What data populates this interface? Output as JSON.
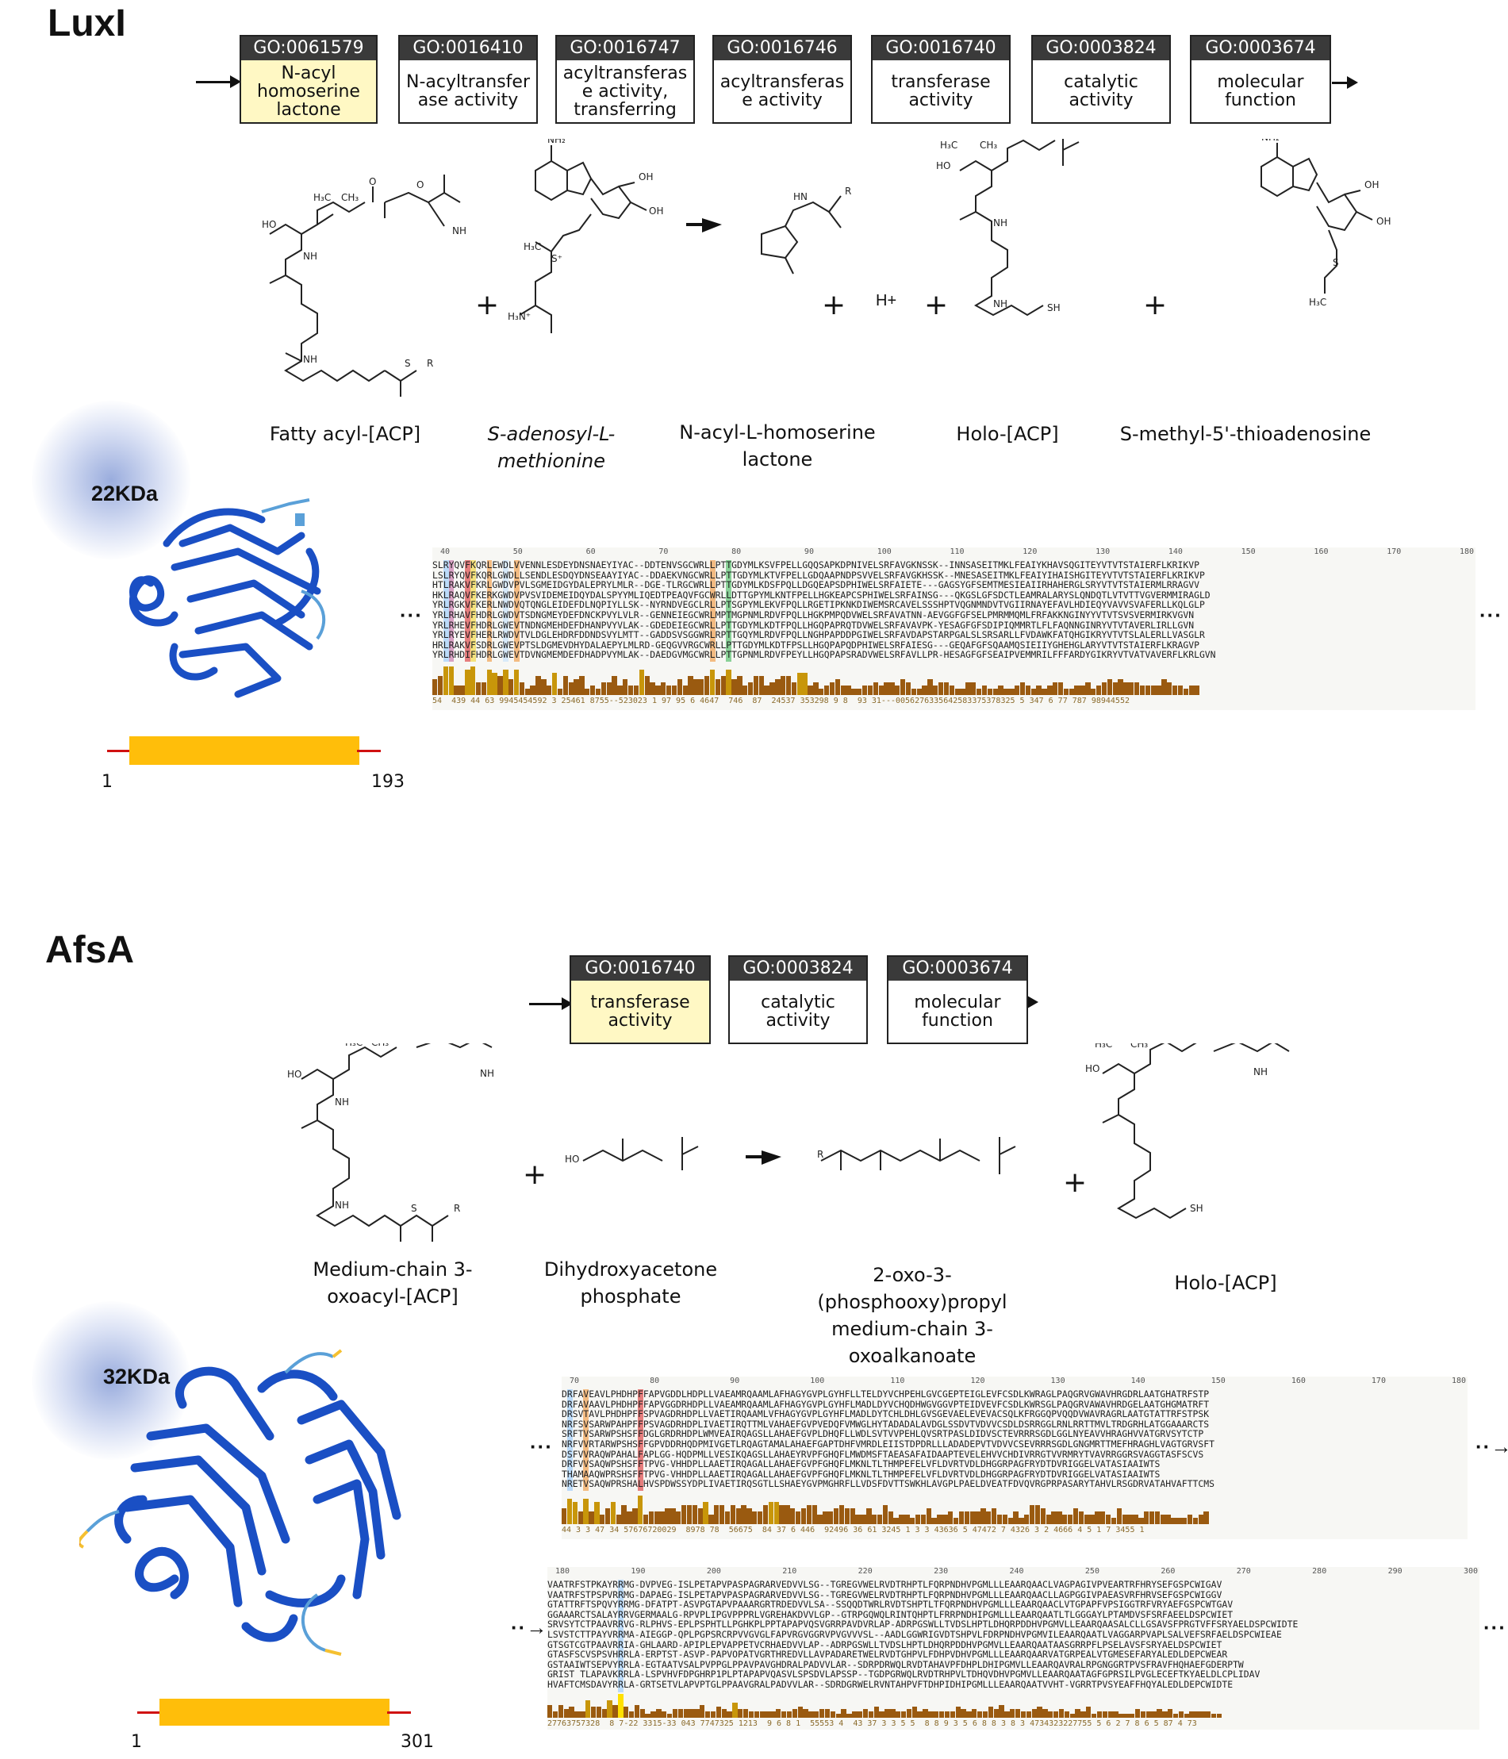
{
  "luxi": {
    "title": "LuxI",
    "go_terms": [
      {
        "id": "GO:0061579",
        "label": "N-acyl homoserine lactone",
        "highlight": true
      },
      {
        "id": "GO:0016410",
        "label": "N-acyltransfer ase activity",
        "highlight": false
      },
      {
        "id": "GO:0016747",
        "label": "acyltransferas e activity, transferring",
        "highlight": false
      },
      {
        "id": "GO:0016746",
        "label": "acyltransferas e activity",
        "highlight": false
      },
      {
        "id": "GO:0016740",
        "label": "transferase activity",
        "highlight": false
      },
      {
        "id": "GO:0003824",
        "label": "catalytic activity",
        "highlight": false
      },
      {
        "id": "GO:0003674",
        "label": "molecular function",
        "highlight": false
      }
    ],
    "reaction": {
      "compounds": [
        "Fatty acyl-[ACP]",
        "S-adenosyl-L-methionine",
        "N-acyl-L-homoserine lactone",
        "Holo-[ACP]",
        "S-methyl-5'-thioadenosine"
      ],
      "plus": "+",
      "proton": "H+"
    },
    "mass": "22KDa",
    "domain": {
      "start": "1",
      "end": "193"
    },
    "alignment": {
      "ticks": [
        "40",
        "50",
        "60",
        "70",
        "80",
        "90",
        "100",
        "110",
        "120",
        "130",
        "140",
        "150",
        "160",
        "170",
        "180"
      ],
      "rows": [
        "SLRYQVFKQRLEWDLVVENNLESDEYDNSNAEYIYAC--DDTENVSGCWRLLPTTGDYMLKSVFPELLGQQSAPKDPNIVELSRFAVGKNSSK--INNSASEITMKLFEAIYKHAVSQGITEYVTVTSTAIERFLKRIKVP",
        "LSLRYQVFKQRLGWDLLSENDLESDQYDNSEAAYIYAC--DDAEKVNGCWRLLPTTGDYMLKTVFPELLGDQAAPNDPSVVELSRFAVGKHSSK--MNESASEITMKLFEAIYIHAISHGITEYVTVTSTAIERFLKRIKVP",
        "HTLRAKVFKRLGWDVPVLSGMEIDGYDALEPRYLMLR--DGE-TLRGCWRLLPTTGDYMLKDSFPQLLDGQEAPSDPHIWELSRFAIETE---GAGSYGFSEMTMESIEAIIRHAHERGLSRYVTVTSTAIERMLRRAGVV",
        "HKLRAQVFKERKGWDVPVSVIDEMEIDQYDALSPYYMLIQEDTPEAQVFGCWRLLDTTGPYMLKNTFPELLHGKEAPCSPHIWELSRFAINSG---QKGSLGFSDCTLEAMRALARYSLQNDQTLVTVTTVGVERMMIRAGLD",
        "YRLRGKVFKERLNWDVQTQNGLEIDEFDLNQPIYLLSK--NYRNDVEGCLRLLPTSGPYMLEKVFPQLLRGETIPKNKDIWEMSRCAVELSSSHPTVQGNMNDVTVGIIRNAYEFAVLHDIEQYVAVVSVAFERLLKQLGLP",
        "YRLRHAVFHDRLGWDVTSDNGMEYDEFDNCKPVYLVLR--GENNEIEGCWRLMPTMGPNMLRDVFPQLLHGKPMPQDVWELSRFAVATNN-AEVGGFGFSELPMRMMQMLFRFAKKNGINYYVTVTSVSVERMIRKVGVN",
        "YRLRHEVFHDRLGWEVTNDNGMEHDEFDHANPVYVLAK--GDEDEIEGCWRLLPTTGDYMLKDTFPQLLHGQPAPRQTDVWELSRFAVAVPK-YESAGFGFSDIPIQMMRTLFLFAQNNGINRYVTVTAVERLIRLLGVN",
        "YRLRYEVFHERLRWDVTVLDGLEHDRFDDNDSVYLMTT--GADDSVSGGWRLRPTTGQYMLRDVFPQLLNGHPAPDDPGIWELSRFAVDAPSTARPGALSLSRSARLLFVDAWKFATQHGIKRYVTVTSLALERLLVASGLR",
        "HRLRAKVFSDRLGWEVPTSLDGMEVDHYDALAEPYLMLRD-GEQGVVRGCWRLLPTTGDYMLKDTFPSLLHGQPAPQDPHIWELSRFAIESG---GEQAFGFSQAAMQSIEIIYGHEHGLARYVTVTSTAIERFLKRAGVP",
        "YRLRHDIFHDRLGWEVTDVNGMEMDEFDHADPVYMLAK--DAEDGVMGCWRLLPTTGPNMLRDVFPEYLLHGQPAPSRADVWELSRFAVLLPR-HESAGFGFSEAIPVEMMRILFFFARDYGIKRYVTVATVAVERFLKRLGVN"
      ],
      "consensus": "54  439 44 63 9945454592 3 25461 8755--523023 1 97 95 6 4647  746  87  24537 353298 9 8  93 31---0056276335642583375378325 5 347 6 77 787 98944552"
    }
  },
  "afsa": {
    "title": "AfsA",
    "go_terms": [
      {
        "id": "GO:0016740",
        "label": "transferase activity",
        "highlight": true
      },
      {
        "id": "GO:0003824",
        "label": "catalytic activity",
        "highlight": false
      },
      {
        "id": "GO:0003674",
        "label": "molecular function",
        "highlight": false
      }
    ],
    "reaction": {
      "compounds": [
        "Medium-chain 3-oxoacyl-[ACP]",
        "Dihydroxyacetone phosphate",
        "2-oxo-3-(phosphooxy)propyl medium-chain 3-oxoalkanoate",
        "Holo-[ACP]"
      ],
      "plus": "+"
    },
    "mass": "32KDa",
    "domain": {
      "start": "1",
      "end": "301"
    },
    "alignment_top": {
      "ticks": [
        "70",
        "80",
        "90",
        "100",
        "110",
        "120",
        "130",
        "140",
        "150",
        "160",
        "170",
        "180"
      ],
      "rows": [
        "DRFAVEAVLPHDHPFFAPVGDDLHDPLLVAEAMRQAAMLAFHAGYGVPLGYHFLLTELDYVCHPEHLGVCGEPTEIGLEVFCSDLKWRAGLPAQGRVGWAVHRGDRLAATGHATRFSTP",
        "DRFAVAAVLPHDHPFFAPVGGDRHDPLLVAEAMRQAAMLAFHAGYGVPLGYHFLMADLDYVCHQDHWGVGGVPTEIDVEVFCSDLKWRSGLPAQGRVAWAVHRDGELAATGHGMATRFT",
        "DRSVTAVLPHDHPFFSPVAGDRHDPLLVAETIRQAAMLVFHAGYGVPLGYHFLMADLDYTCHLDHLGVSGEVAELEVEVACSQLKFRGGQPVQQDVWAVRAGRLAATGTATTRFSTPSK",
        "NRFSVSARWPAHPFFPSVAGDRHDPLIVAETIRQTTMLVAHAEFGVPVEDQFVMWGLHYTADADALAVDGLSSDVTVDVVCSDLDSRRGGLRNLRRTTMVLTRDGRHLATGGAAARCTS",
        "SRFTVSARWPSHSFFDGLGRDRHDPLWMVEAIRQAGSLLAHAEFGVPLDHQFLLWDLSVTVVPEHLQVSRTPASLDIDVSCTEVRRRSGDLGGLNYEAVVHRAGHVVATGRVSYTCTP",
        "NRFVVRTARWPSHSFFGPVDDRHQDPMIVGETLRQAGTAMALAHAEFGAPTDHFVMRDLEIISTDPDRLLLADADEPVTVDVVCSEVRRRSGDLGNGMRTTMEFHRAGHLVAGTGRVSFT",
        "DSFVVRAQWPAHALFAPLGG-HQDPMLLVESIKQAGSLLAHAEYRVPFGHQFLMWDMSFTAEASAFAIDAAPTEVELEHVVCHDIVRRGTVVRMRYTVAVRRGGRSVAGGTASFSCVS",
        "DRFVVSAQWPSHSFFTPVG-VHHDPLLAAETIRQAGALLAHAEFGVPFGHQFLMKNLTLTHMPEFELVFLDVRTVDLDHGGRPAGFRYDTDVRIGGELVATASIAAIWTS",
        "THAMAAQWPRSHSFFTPVG-VHHDPLLAAETIRQAGALLAHAEFGVPFGHQFLMKNLTLTHMPEFELVFLDVRTVDLDHGGRPAGFRYDTDVRIGGELVATASIAAIWTS",
        "NRETVSAQWPRSHALHVSPDWSSYDPLIVAETIRQSGTLLSHAEYGVPMGHRFLLVDSFDVTTSWKHLAVGPLPAELDVEATFDVQVRGPRPASARYTAHVLRSGDRVATAHVAFTTCMS"
      ],
      "consensus": "44 3 3 47 34 57676720029  8978 78  56675  84 37 6 446  92496 36 61 3245 1 3 3 43636 5 47472 7 4326 3 2 4666 4 5 1 7 3455 1"
    },
    "alignment_bottom": {
      "ticks": [
        "180",
        "190",
        "200",
        "210",
        "220",
        "230",
        "240",
        "250",
        "260",
        "270",
        "280",
        "290",
        "300"
      ],
      "rows": [
        "VAATRFSTPKAYRRMG-DVPVEG-ISLPETAPVPASPAGRARVEDVVLSG--TGREGVWELRVDTRHPTLFQRPNDHVPGMLLLEAARQAACLVAGPAGIVPVEARTRFHRYSEFGSPCWIGAV",
        "VAATRFSTPSPVRRMG-DAPAEG-ISLPETAPVPASPAGRARVEDVVLSG--TGREGVWELRVDTRHPTLFQRPNDHVPGMLLLEAARQAACLLAGPGGIVPAEASVRFHRVSEFGSPCWIGGV",
        "GTATTRFTSPQVYRRMG-DFATPT-ASVPGTAPVPAAARGRTRDEDVVLSA--SSQQDTWRLRVDTSHPTLTFQRPNDHVPGMLLLEAARQAACLVTGPAPFVPSIGGTRFVRYAEFGSPCWTGAV",
        "GGAAARCTSALAYRRVGERMAALG-RPVPLIPGVPPPRLVGREHAKDVVLGP--GTRPGQWQLRINTQHPTLFRRPNDHIPGMLLLEAARQAATLTLGGGAYLPTAMDVSFSRFAEELDSPCWIET",
        "SRVSYTCTPAAVRRVG-RLPHVS-EPLPSPHTLLPGHKPLPPTAPAPVQSVGRRPAVDVRLAP-ADRPGSWLLTVDSLHPTLDHQRPDDHVPGMVLLEAARQAASALCLLGSAVSFPRGTVFFSRYAELDSPCWIDTE",
        "LSVSTCTTPAYVRRMA-AIEGGP-QPLPGPSRCRPVVGVGLFAPVRGVGGRVPVGVVVSL--AADLGGWRIGVDTSHPVLFDRPNDHVPGMVILEAARQAATLVAGGARPVAPLSALVEFSRFAELDSPCWIEAE",
        "GTSGTCGTPAAVRRIA-GHLAARD-APIPLEPVAPPETVCRHAEDVVLAP--ADRPGSWLLTVDSLHPTLDHQRPDDHVPGMVLLEAARQAATAASGRRPFLPSELAVSFSRYAELDSPCWIET",
        "GTASFSCVSPSVHRRLA-ERPTST-ASVP-PAPVOPATVGRTHREDVLLAVPADARETWELRVDTGHPVLFDHPVDHVPGMLLLEAARQAARVATGRPEALVTGMESEFARYALEDLDEPCWEAR",
        "GSTAAIWTSEPVYRRLA-EGTAATVSALPVPPGLPPAVPAVGHDRALPADVVLAR--SDRPDRWQLRVDTAHAVPFDHPLDHIPGMVLLEAARQAVRALRPGNGGRTPVSFRAVFHQHAEFGDERPTW",
        "GRIST TLAPAVKRRLA-LSPVHVFDPGHRP1PLPTAPAPVQASVLSPSDVLAPSSP--TGDPGRWQLRVDTRHPVLTDHQVDHVPGMVLLEAARQAATAGFGPRSILPVGLECEFTKYAELDLCPLIDAV",
        "HVAFTCMSDAVYRRLA-GRTSETVLAPVPTGLPPAAVGRALPADVVLAR--SDRDGRWELRVNTAHPVFTDHPIDHIPGMLLLEAARQAATVVHT-VGRRTPVSYEAFFHQYALEDLDEPCWIDTE"
      ],
      "consensus": "27763757328  8 7-22 3315-33 043 7747325 1213  9 6 8 1  55553 4  43 37 3 3 5 5  8 8 9 3 5 6 8 8 3 8 3 4734323227755 5 6 2 7 8 6 5 87 4 73"
    }
  }
}
